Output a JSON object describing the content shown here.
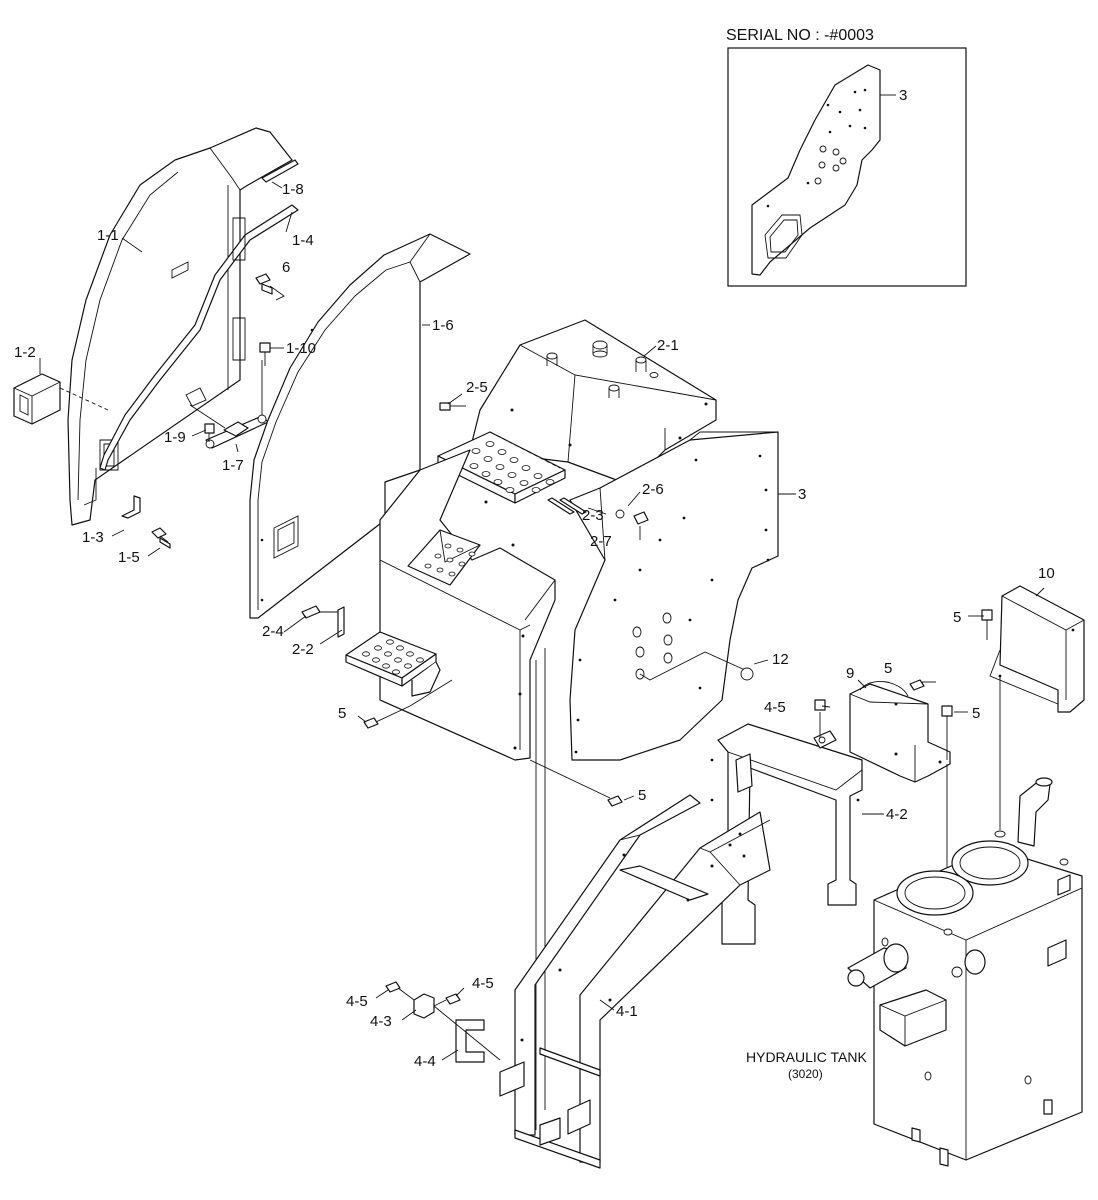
{
  "inset": {
    "serial_label": "SERIAL NO : -#0003",
    "part_label": "3"
  },
  "labels": {
    "p1_1": "1-1",
    "p1_2": "1-2",
    "p1_3": "1-3",
    "p1_4": "1-4",
    "p1_5": "1-5",
    "p1_6": "1-6",
    "p1_7": "1-7",
    "p1_8": "1-8",
    "p1_9": "1-9",
    "p1_10": "1-10",
    "p2_1": "2-1",
    "p2_2": "2-2",
    "p2_3": "2-3",
    "p2_4": "2-4",
    "p2_5": "2-5",
    "p2_6": "2-6",
    "p2_7": "2-7",
    "p3": "3",
    "p4_1": "4-1",
    "p4_2": "4-2",
    "p4_3": "4-3",
    "p4_4": "4-4",
    "p4_5a": "4-5",
    "p4_5b": "4-5",
    "p4_5c": "4-5",
    "p5a": "5",
    "p5b": "5",
    "p5c": "5",
    "p5d": "5",
    "p5e": "5",
    "p6": "6",
    "p9": "9",
    "p10": "10",
    "p12": "12"
  },
  "tank": {
    "label": "HYDRAULIC TANK",
    "code": "(3020)"
  }
}
